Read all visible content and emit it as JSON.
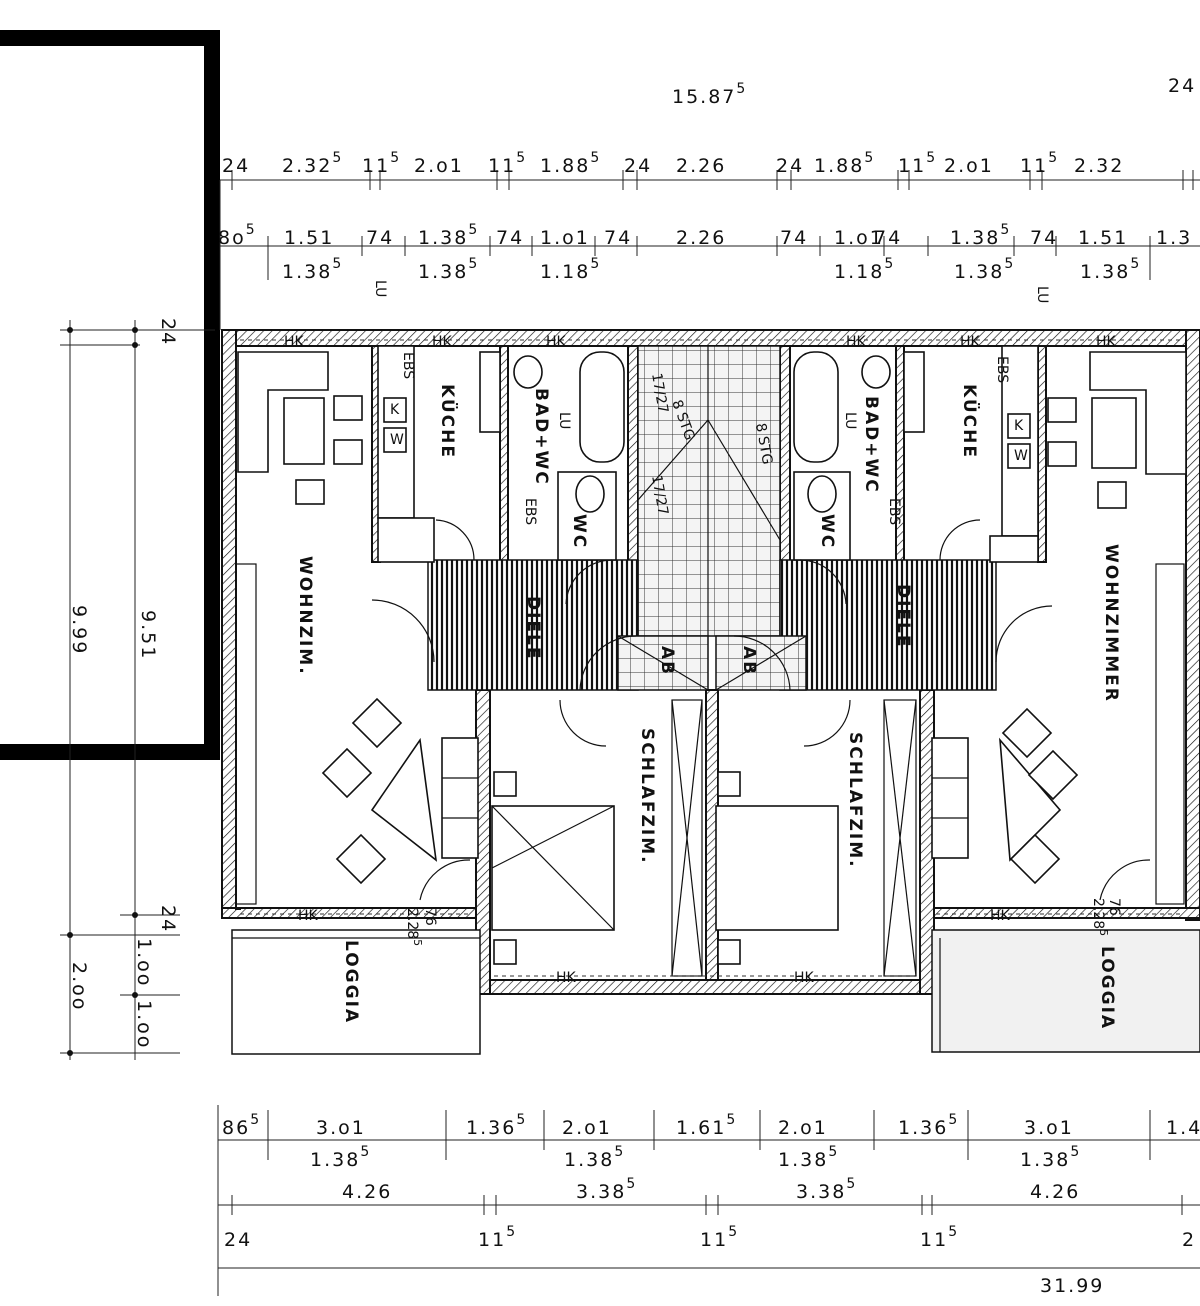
{
  "dimensions": {
    "top_total": "15.87",
    "top_total_sup": "5",
    "top_edge": "24",
    "top_row1": [
      {
        "text": "24",
        "sup": ""
      },
      {
        "text": "2.32",
        "sup": "5"
      },
      {
        "text": "11",
        "sup": "5"
      },
      {
        "text": "2.o1",
        "sup": ""
      },
      {
        "text": "11",
        "sup": "5"
      },
      {
        "text": "1.88",
        "sup": "5"
      },
      {
        "text": "24",
        "sup": ""
      },
      {
        "text": "2.26",
        "sup": ""
      },
      {
        "text": "24",
        "sup": ""
      },
      {
        "text": "1.88",
        "sup": "5"
      },
      {
        "text": "11",
        "sup": "5"
      },
      {
        "text": "2.o1",
        "sup": ""
      },
      {
        "text": "11",
        "sup": "5"
      },
      {
        "text": "2.32",
        "sup": ""
      }
    ],
    "top_row2": [
      {
        "text": "8o",
        "sup": "5"
      },
      {
        "text": "1.51",
        "sup": ""
      },
      {
        "text": "74",
        "sup": ""
      },
      {
        "text": "1.38",
        "sup": "5"
      },
      {
        "text": "74",
        "sup": ""
      },
      {
        "text": "1.o1",
        "sup": ""
      },
      {
        "text": "74",
        "sup": ""
      },
      {
        "text": "2.26",
        "sup": ""
      },
      {
        "text": "74",
        "sup": ""
      },
      {
        "text": "1.o1",
        "sup": ""
      },
      {
        "text": "74",
        "sup": ""
      },
      {
        "text": "1.38",
        "sup": "5"
      },
      {
        "text": "74",
        "sup": ""
      },
      {
        "text": "1.51",
        "sup": ""
      },
      {
        "text": "1.3",
        "sup": ""
      }
    ],
    "top_row3": [
      {
        "text": "1.38",
        "sup": "5"
      },
      {
        "text": "1.38",
        "sup": "5"
      },
      {
        "text": "1.18",
        "sup": "5"
      },
      {
        "text": "1.18",
        "sup": "5"
      },
      {
        "text": "1.38",
        "sup": "5"
      },
      {
        "text": "1.38",
        "sup": "5"
      }
    ],
    "left_a": "24",
    "left_b": "9.51",
    "left_c": "9.99",
    "left_d": "24",
    "left_e": "1.oo",
    "left_f": "1.oo",
    "left_g": "2.oo",
    "bottom_row1": [
      {
        "text": "86",
        "sup": "5"
      },
      {
        "text": "3.o1",
        "sup": ""
      },
      {
        "text": "1.36",
        "sup": "5"
      },
      {
        "text": "2.o1",
        "sup": ""
      },
      {
        "text": "1.61",
        "sup": "5"
      },
      {
        "text": "2.o1",
        "sup": ""
      },
      {
        "text": "1.36",
        "sup": "5"
      },
      {
        "text": "3.o1",
        "sup": ""
      },
      {
        "text": "1.4",
        "sup": ""
      }
    ],
    "bottom_row2": [
      {
        "text": "1.38",
        "sup": "5"
      },
      {
        "text": "1.38",
        "sup": "5"
      },
      {
        "text": "1.38",
        "sup": "5"
      },
      {
        "text": "1.38",
        "sup": "5"
      }
    ],
    "bottom_row3": [
      {
        "text": "4.26",
        "sup": ""
      },
      {
        "text": "3.38",
        "sup": "5"
      },
      {
        "text": "3.38",
        "sup": "5"
      },
      {
        "text": "4.26",
        "sup": ""
      }
    ],
    "bottom_row4": [
      {
        "text": "24",
        "sup": ""
      },
      {
        "text": "11",
        "sup": "5"
      },
      {
        "text": "11",
        "sup": "5"
      },
      {
        "text": "11",
        "sup": "5"
      },
      {
        "text": "2",
        "sup": ""
      }
    ],
    "bottom_total": "31.99"
  },
  "rooms": {
    "kueche": "KÜCHE",
    "bad_wc": "BAD+WC",
    "wc": "WC",
    "wohnzim": "WOHNZIM.",
    "wohnzimmer": "WOHNZIMMER",
    "diele": "DIELE",
    "schlafzim": "SCHLAFZIM.",
    "loggia": "LOGGIA",
    "ab": "AB",
    "bstg": "8 STG",
    "bstg_ratio": "17/27"
  },
  "labels": {
    "hk": "HK",
    "ebs": "EBS",
    "lu": "LU",
    "k": "K",
    "w": "W",
    "door_a": "76",
    "door_b": "2.28",
    "door_b_sup": "5"
  }
}
